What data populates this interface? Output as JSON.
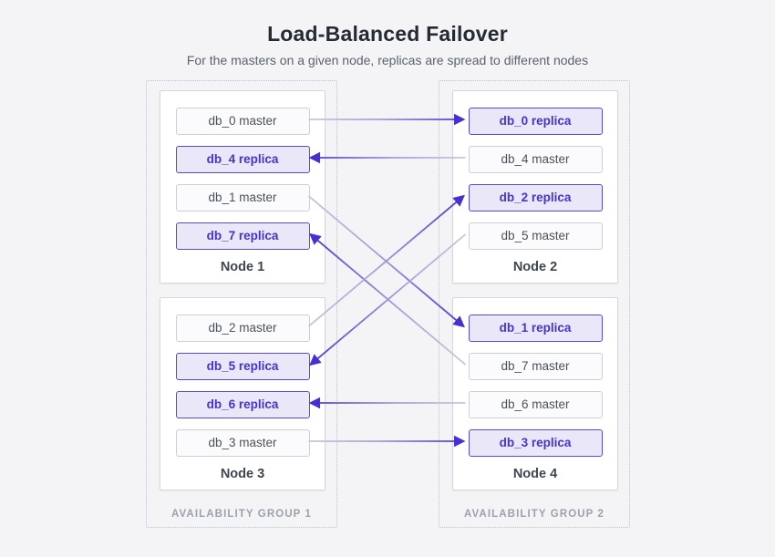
{
  "title": "Load-Balanced Failover",
  "subtitle": "For the masters on a given node, replicas are spread to different nodes",
  "groups": [
    {
      "label": "AVAILABILITY GROUP 1",
      "nodes": [
        {
          "name": "Node 1",
          "rows": [
            {
              "id": "db_0_master",
              "label": "db_0 master",
              "type": "master"
            },
            {
              "id": "db_4_replica",
              "label": "db_4 replica",
              "type": "replica"
            },
            {
              "id": "db_1_master",
              "label": "db_1 master",
              "type": "master"
            },
            {
              "id": "db_7_replica",
              "label": "db_7 replica",
              "type": "replica"
            }
          ]
        },
        {
          "name": "Node 3",
          "rows": [
            {
              "id": "db_2_master",
              "label": "db_2 master",
              "type": "master"
            },
            {
              "id": "db_5_replica",
              "label": "db_5 replica",
              "type": "replica"
            },
            {
              "id": "db_6_replica",
              "label": "db_6 replica",
              "type": "replica"
            },
            {
              "id": "db_3_master",
              "label": "db_3 master",
              "type": "master"
            }
          ]
        }
      ]
    },
    {
      "label": "AVAILABILITY GROUP 2",
      "nodes": [
        {
          "name": "Node 2",
          "rows": [
            {
              "id": "db_0_replica",
              "label": "db_0 replica",
              "type": "replica"
            },
            {
              "id": "db_4_master",
              "label": "db_4 master",
              "type": "master"
            },
            {
              "id": "db_2_replica",
              "label": "db_2 replica",
              "type": "replica"
            },
            {
              "id": "db_5_master",
              "label": "db_5 master",
              "type": "master"
            }
          ]
        },
        {
          "name": "Node 4",
          "rows": [
            {
              "id": "db_1_replica",
              "label": "db_1 replica",
              "type": "replica"
            },
            {
              "id": "db_7_master",
              "label": "db_7 master",
              "type": "master"
            },
            {
              "id": "db_6_master",
              "label": "db_6 master",
              "type": "master"
            },
            {
              "id": "db_3_replica",
              "label": "db_3 replica",
              "type": "replica"
            }
          ]
        }
      ]
    }
  ],
  "connections": [
    {
      "from": "db_0_master",
      "to": "db_0_replica"
    },
    {
      "from": "db_4_master",
      "to": "db_4_replica"
    },
    {
      "from": "db_1_master",
      "to": "db_1_replica"
    },
    {
      "from": "db_7_master",
      "to": "db_7_replica"
    },
    {
      "from": "db_2_master",
      "to": "db_2_replica"
    },
    {
      "from": "db_5_master",
      "to": "db_5_replica"
    },
    {
      "from": "db_6_master",
      "to": "db_6_replica"
    },
    {
      "from": "db_3_master",
      "to": "db_3_replica"
    }
  ],
  "colors": {
    "background": "#f4f4f6",
    "accent_purple": "#4a38d3",
    "arrowhead_purple": "#4431d4",
    "arrow_gray": "#c8c9d8",
    "replica_fill": "#eae7f9",
    "replica_border": "#5a49d2",
    "replica_text": "#4334cd",
    "master_fill": "#fbfbfd",
    "master_border": "#cdcfd7",
    "master_text": "#4b525c"
  }
}
